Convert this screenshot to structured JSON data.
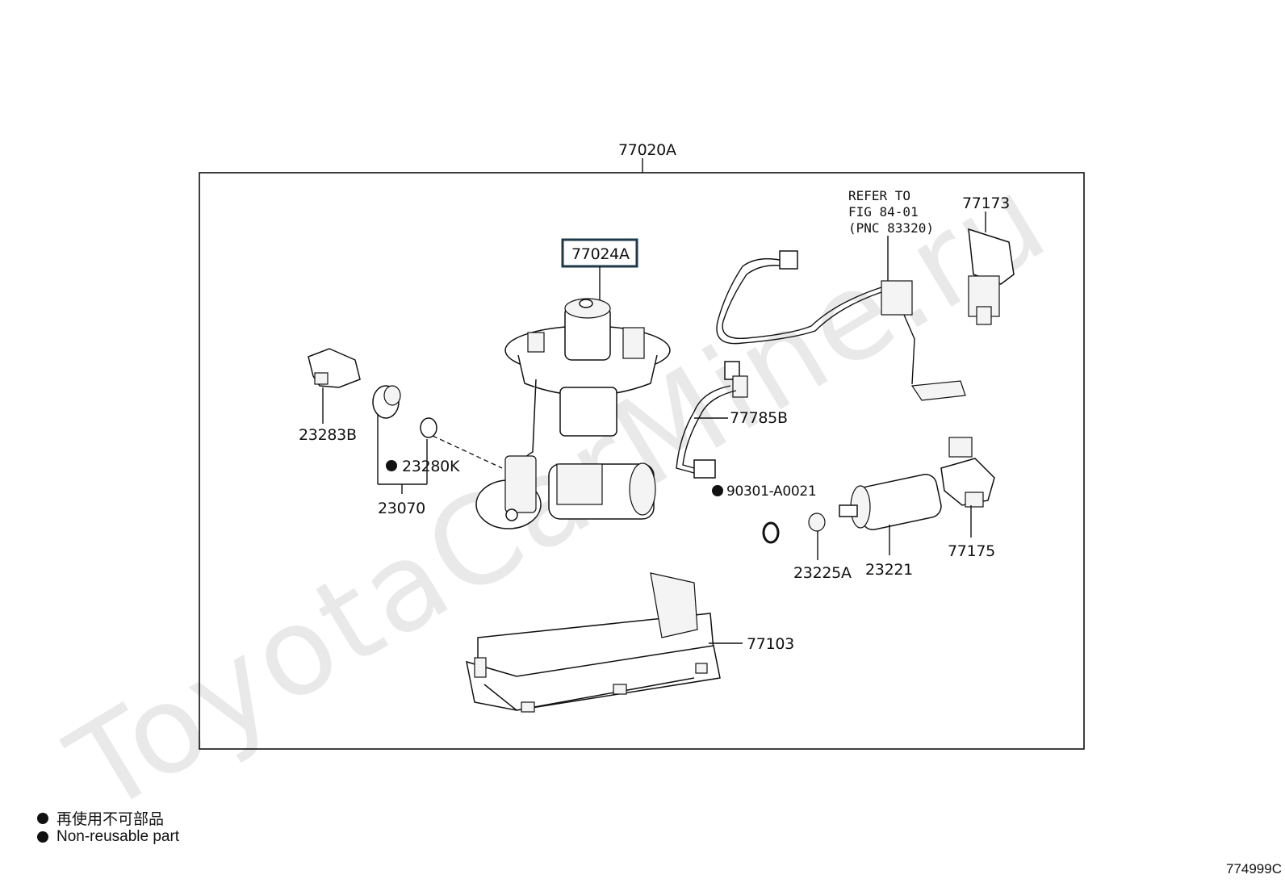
{
  "watermark": "ToyotaCarMine.ru",
  "assembly_label": "77020A",
  "highlighted_part": "77024A",
  "refer_note": {
    "line1": "REFER TO",
    "line2": "FIG 84-01",
    "line3": "(PNC 83320)"
  },
  "parts": {
    "p77173": "77173",
    "p77785B": "77785B",
    "p23283B": "23283B",
    "p23280K": "23280K",
    "p23070": "23070",
    "p90301": "90301-A0021",
    "p23225A": "23225A",
    "p23221": "23221",
    "p77175": "77175",
    "p77103": "77103"
  },
  "legend": {
    "chinese": "再使用不可部品",
    "english": "Non-reusable part"
  },
  "figure_code": "774999C"
}
